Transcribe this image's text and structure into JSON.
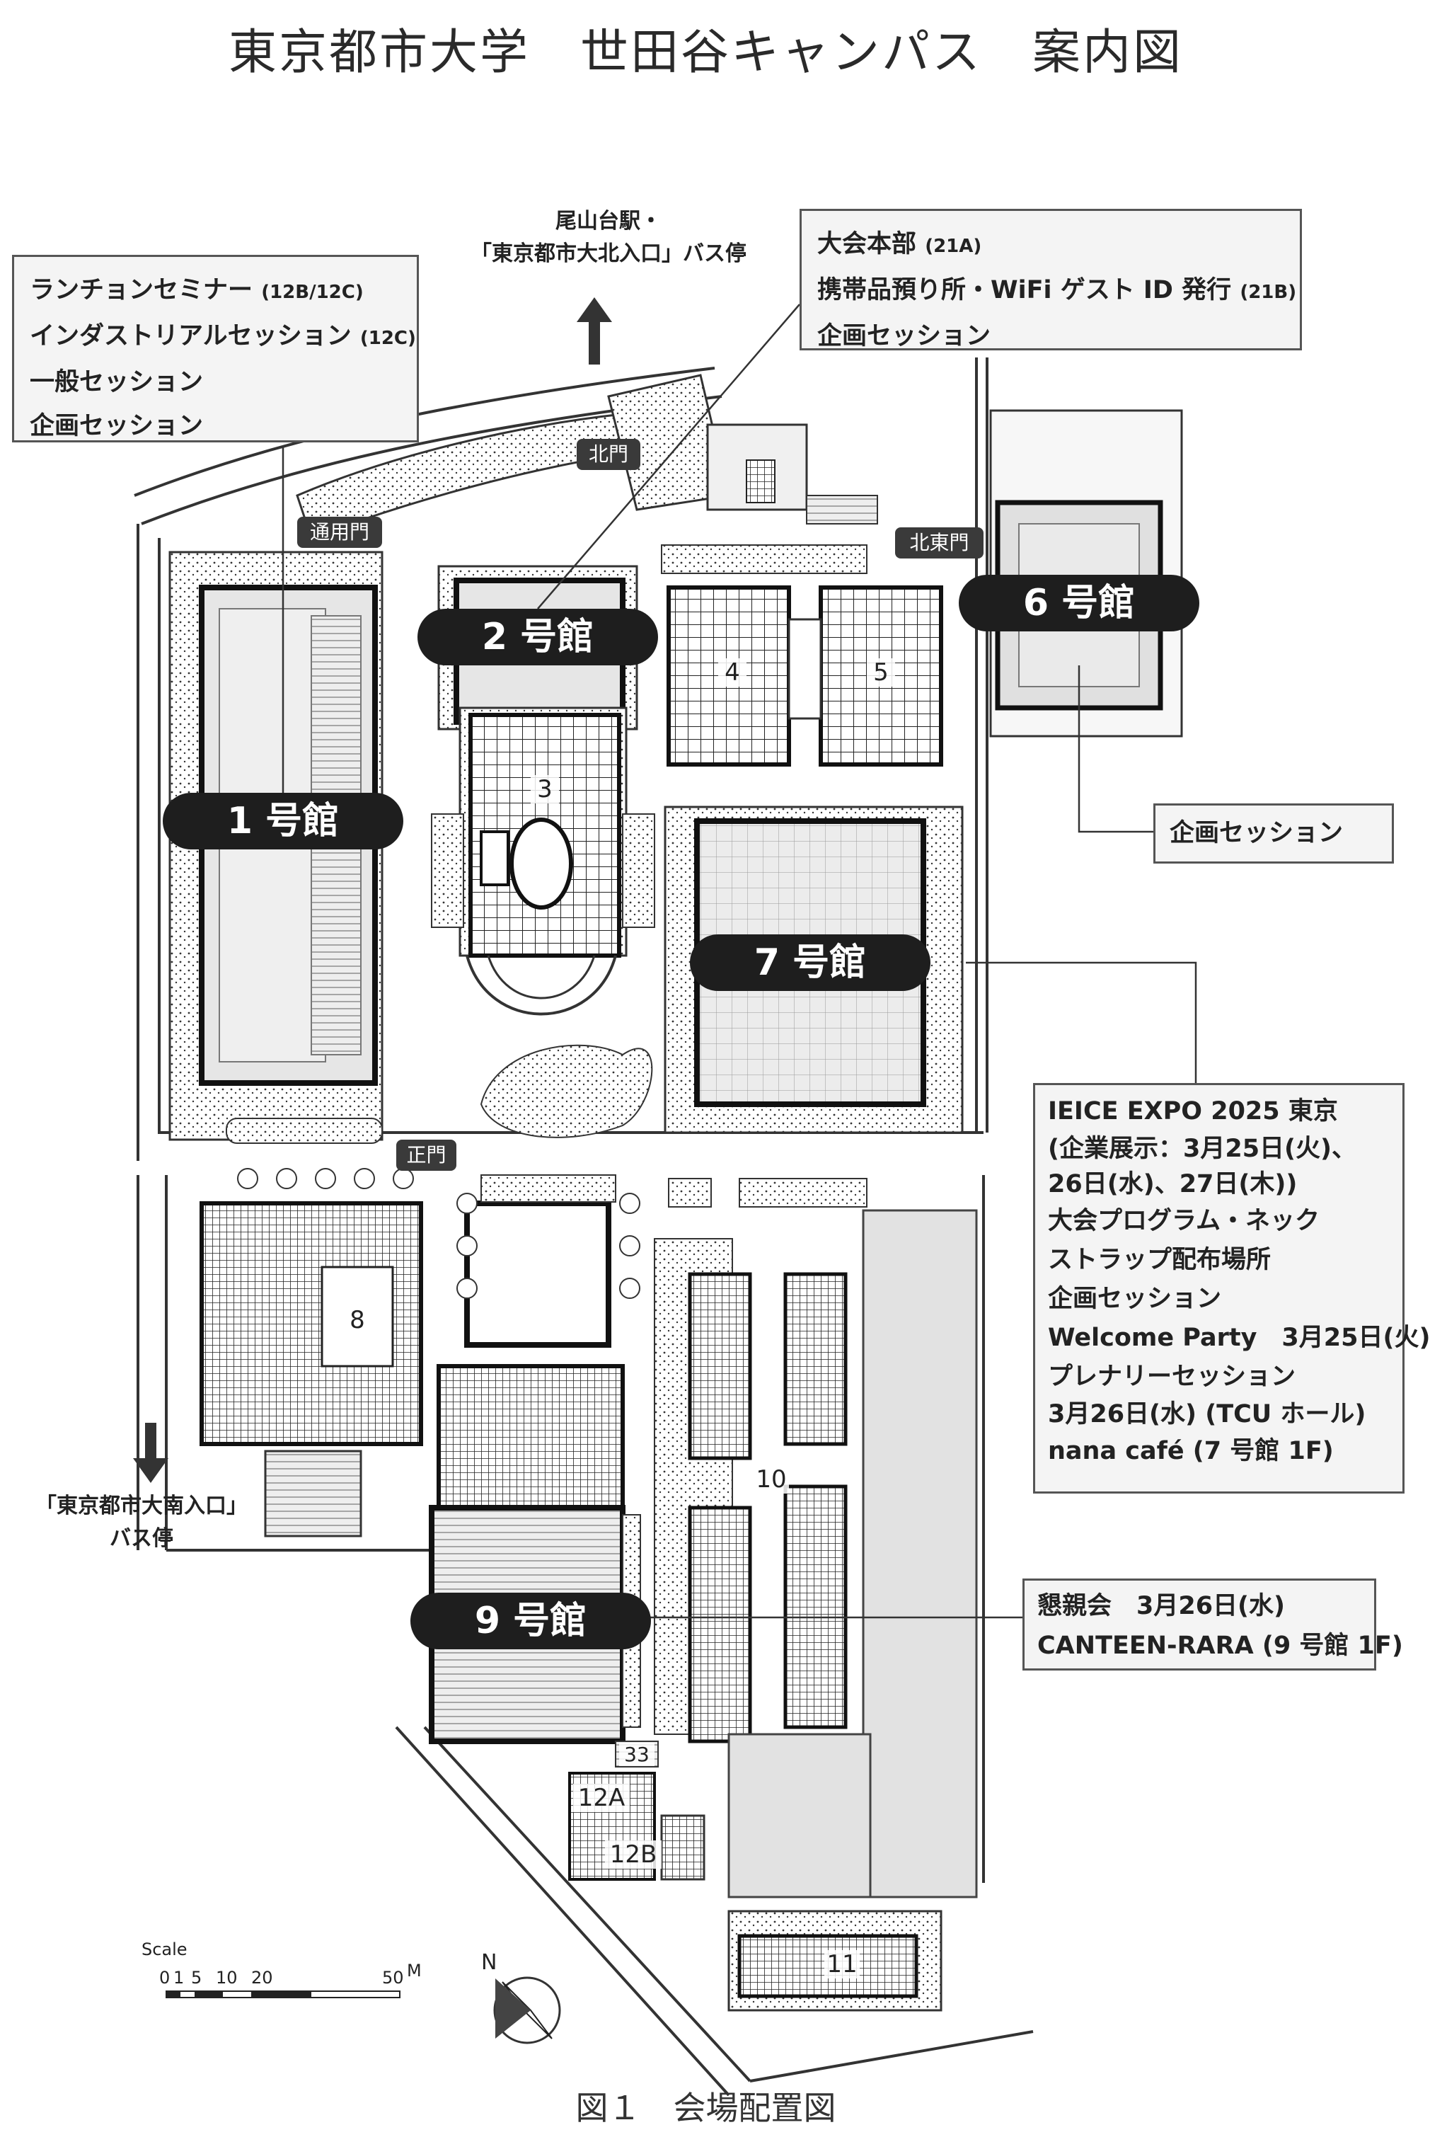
{
  "title": "東京都市大学　世田谷キャンパス　案内図",
  "caption": "図１　会場配置図",
  "top_note": {
    "line1": "尾山台駅・",
    "line2": "「東京都市大北入口」バス停"
  },
  "bottom_note": {
    "line1": "「東京都市大南入口」",
    "line2": "バス停"
  },
  "gates": {
    "north": "北門",
    "service": "通用門",
    "northeast": "北東門",
    "main": "正門"
  },
  "main_buildings": {
    "b1": "1 号館",
    "b2": "2 号館",
    "b6": "6 号館",
    "b7": "7 号館",
    "b9": "9 号館"
  },
  "building_numbers": {
    "n3": "3",
    "n4": "4",
    "n5": "5",
    "n8": "8",
    "n10": "10",
    "n11": "11",
    "n12a": "12A",
    "n12b": "12B",
    "n33": "33"
  },
  "boxes": {
    "b1": {
      "line1": "ランチョンセミナー",
      "line1_note": "(12B/12C)",
      "line2": "インダストリアルセッション",
      "line2_note": "(12C)",
      "line3": "一般セッション",
      "line4": "企画セッション"
    },
    "b2": {
      "line1": "大会本部",
      "line1_note": "(21A)",
      "line2": "携帯品預り所・WiFi ゲスト ID 発行",
      "line2_note": "(21B)",
      "line3": "企画セッション"
    },
    "b6": {
      "line1": "企画セッション"
    },
    "b7": {
      "line1": "IEICE EXPO 2025 東京",
      "line2": "(企業展示：3月25日(火)、",
      "line3": "26日(水)、27日(木))",
      "line4": "大会プログラム・ネック",
      "line5": "ストラップ配布場所",
      "line6": "企画セッション",
      "line7": "Welcome Party　3月25日(火)",
      "line8": "プレナリーセッション",
      "line9": "3月26日(水) (TCU ホール)",
      "line10": "nana café (7 号館 1F)"
    },
    "b9": {
      "line1": "懇親会　3月26日(水)",
      "line2": "CANTEEN-RARA (9 号館 1F)"
    }
  },
  "scale": {
    "label": "Scale",
    "ticks": [
      "0",
      "1",
      "5",
      "10",
      "20",
      "50"
    ],
    "unit": "M"
  },
  "compass": {
    "label": "N"
  },
  "colors": {
    "label_bg": "#1e1e1e",
    "box_bg": "#f4f4f4",
    "building_light": "#e6e6e6"
  }
}
